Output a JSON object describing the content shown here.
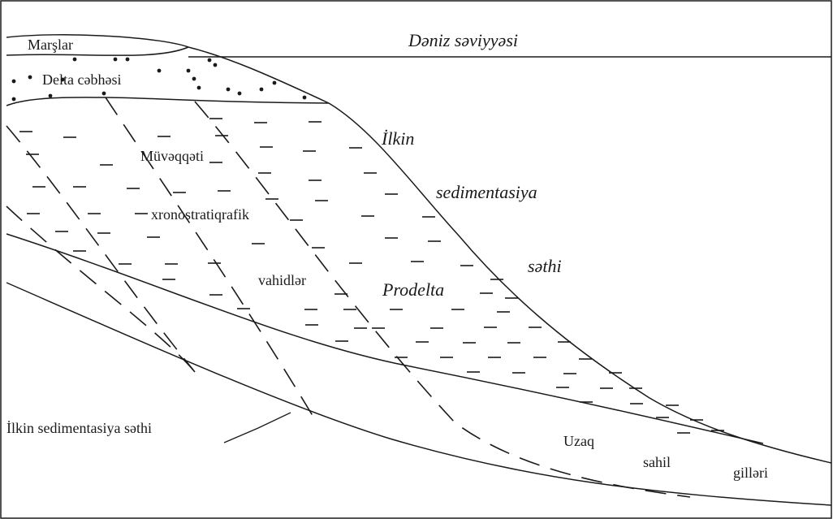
{
  "labels": {
    "marshes": "Marşlar",
    "sea_level": "Dəniz səviyyəsi",
    "delta_front": "Delta cəbhəsi",
    "initial": "İlkin",
    "sedimentation": "sedimentasiya",
    "surface": "səthi",
    "temporary": "Müvəqqəti",
    "chronostrat": "xronostratiqrafik",
    "units": "vahidlər",
    "prodelta": "Prodelta",
    "initial_surface": "İlkin sedimentasiya səthi",
    "distant": "Uzaq",
    "shore": "sahil",
    "clays": "gilləri"
  },
  "colors": {
    "line": "#1a1a1a",
    "background": "#ffffff"
  }
}
